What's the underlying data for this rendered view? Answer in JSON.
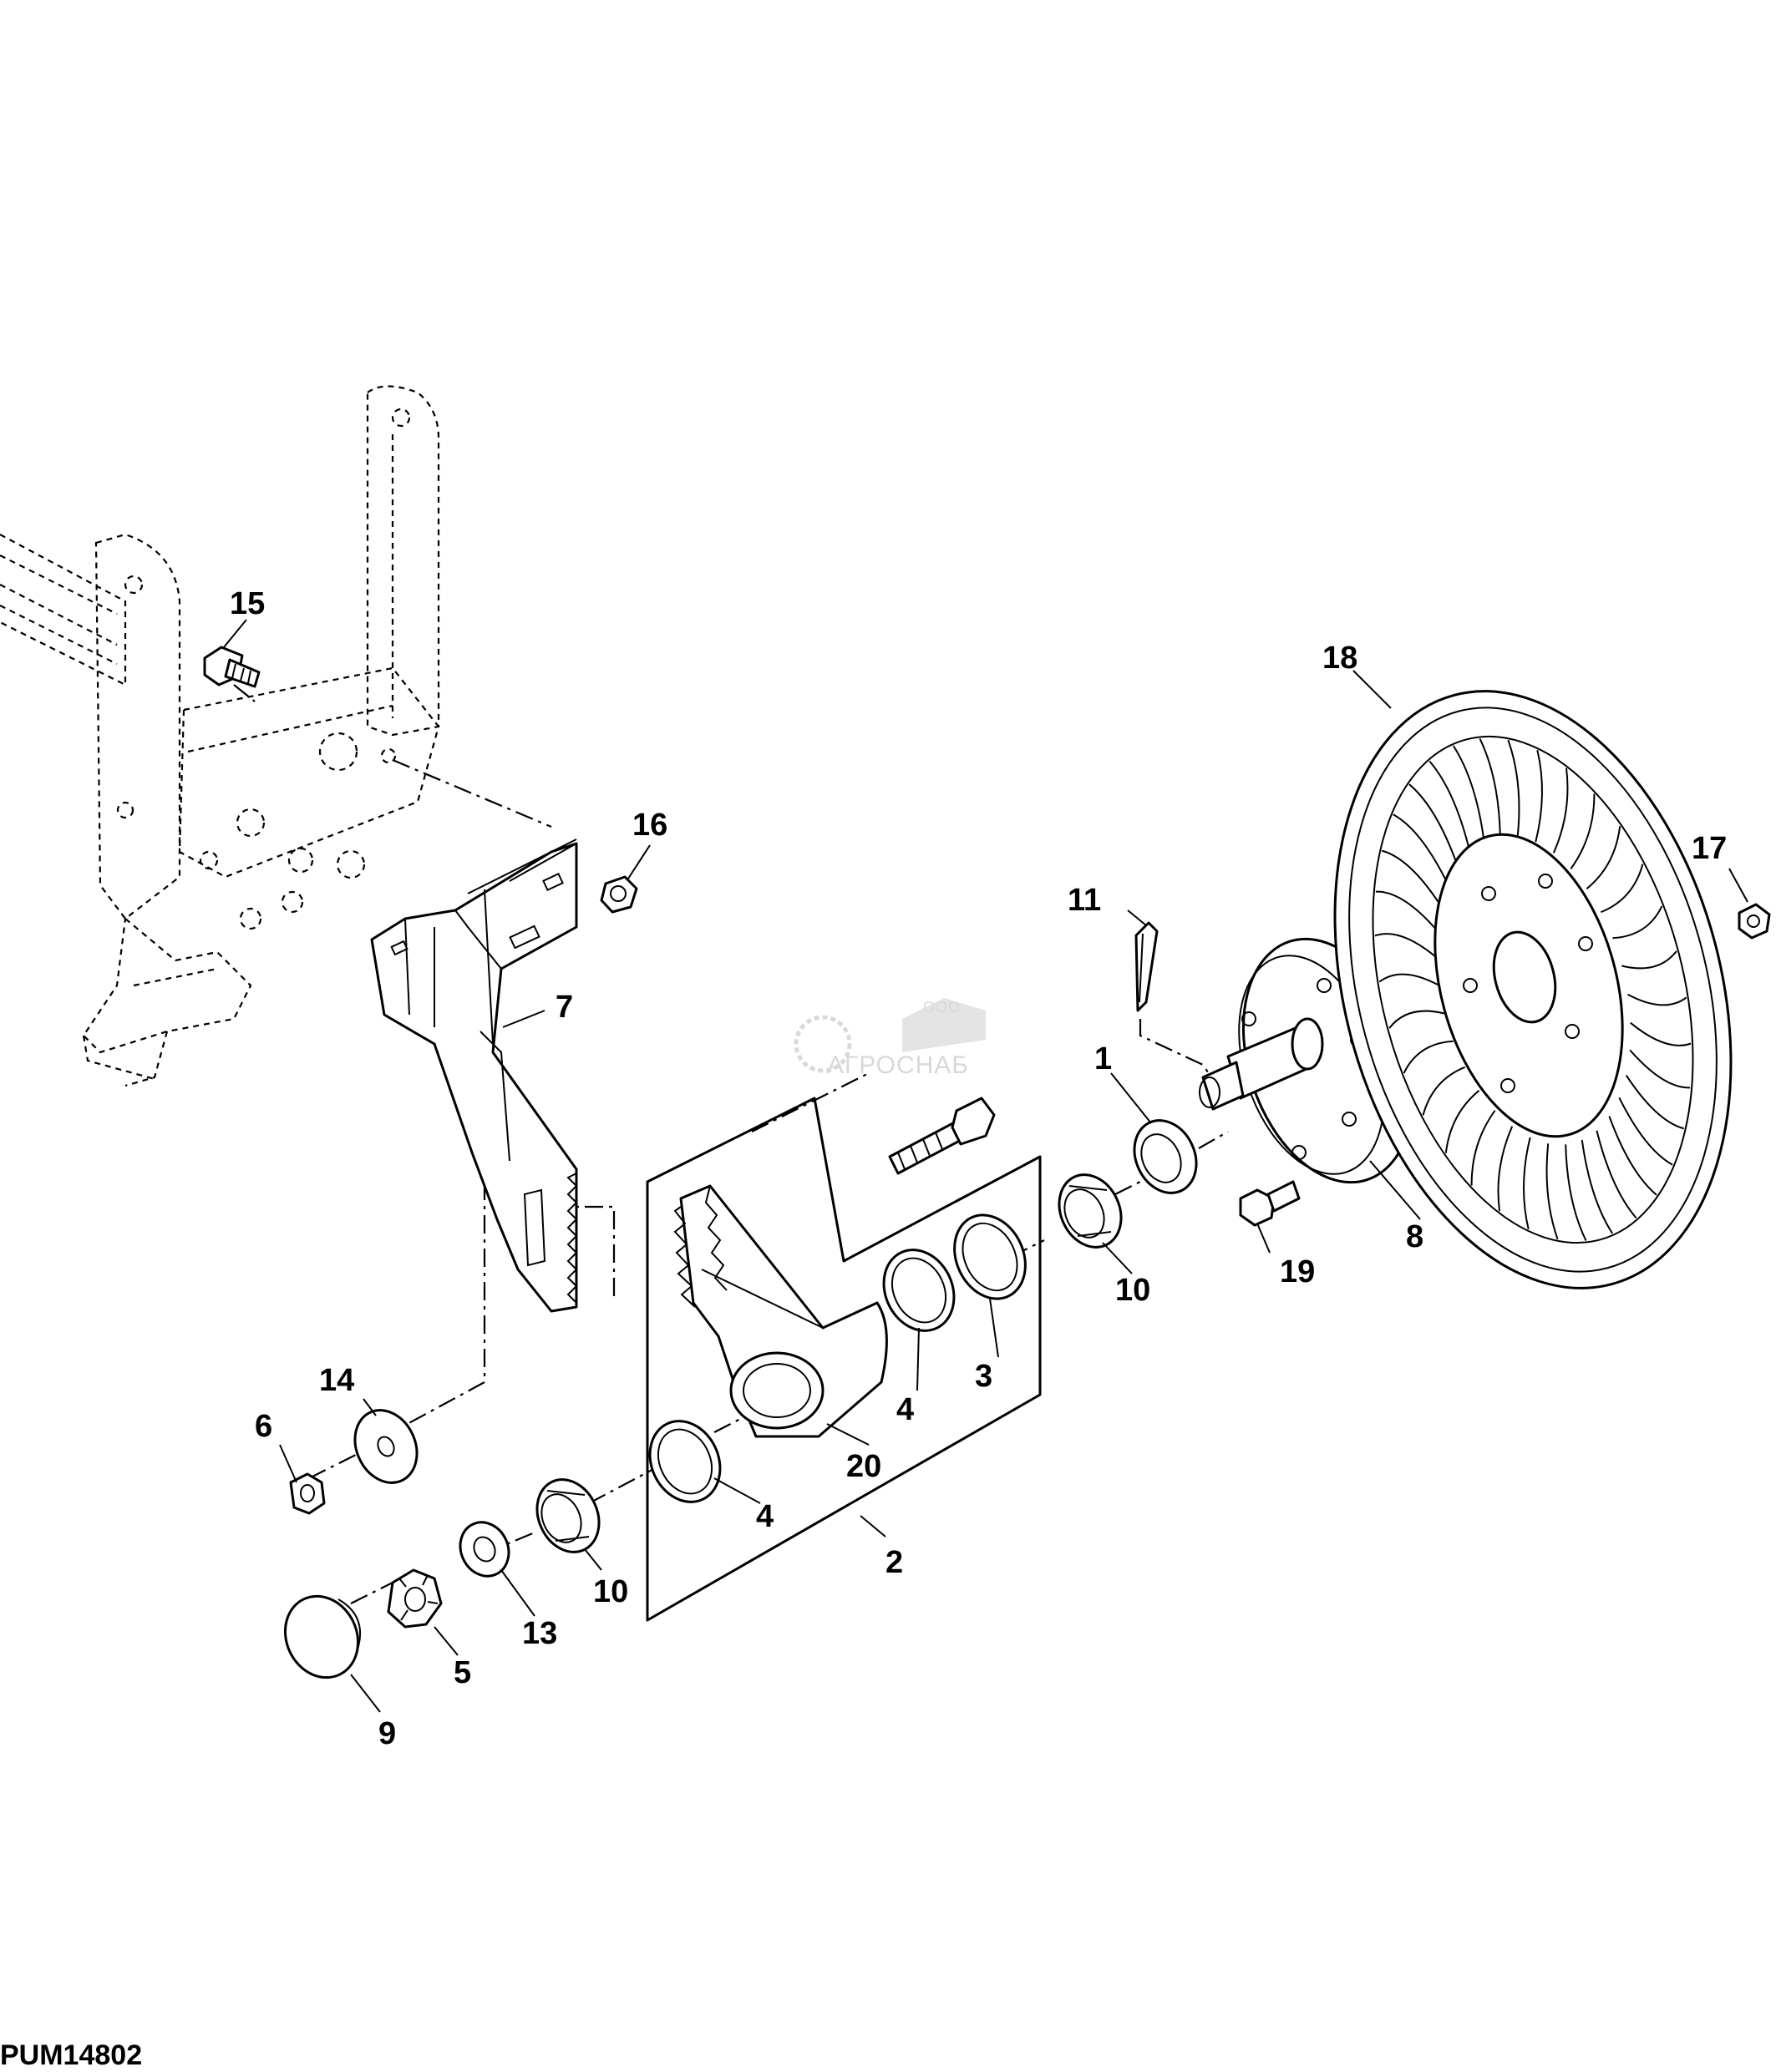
{
  "figure_code": "PUM14802",
  "watermark": {
    "line1": "ООО",
    "line2": "АГРОСНАБ"
  },
  "callouts": [
    "1",
    "2",
    "3",
    "4",
    "4",
    "5",
    "6",
    "7",
    "8",
    "9",
    "10",
    "10",
    "11",
    "13",
    "14",
    "15",
    "16",
    "17",
    "18",
    "19",
    "20"
  ]
}
